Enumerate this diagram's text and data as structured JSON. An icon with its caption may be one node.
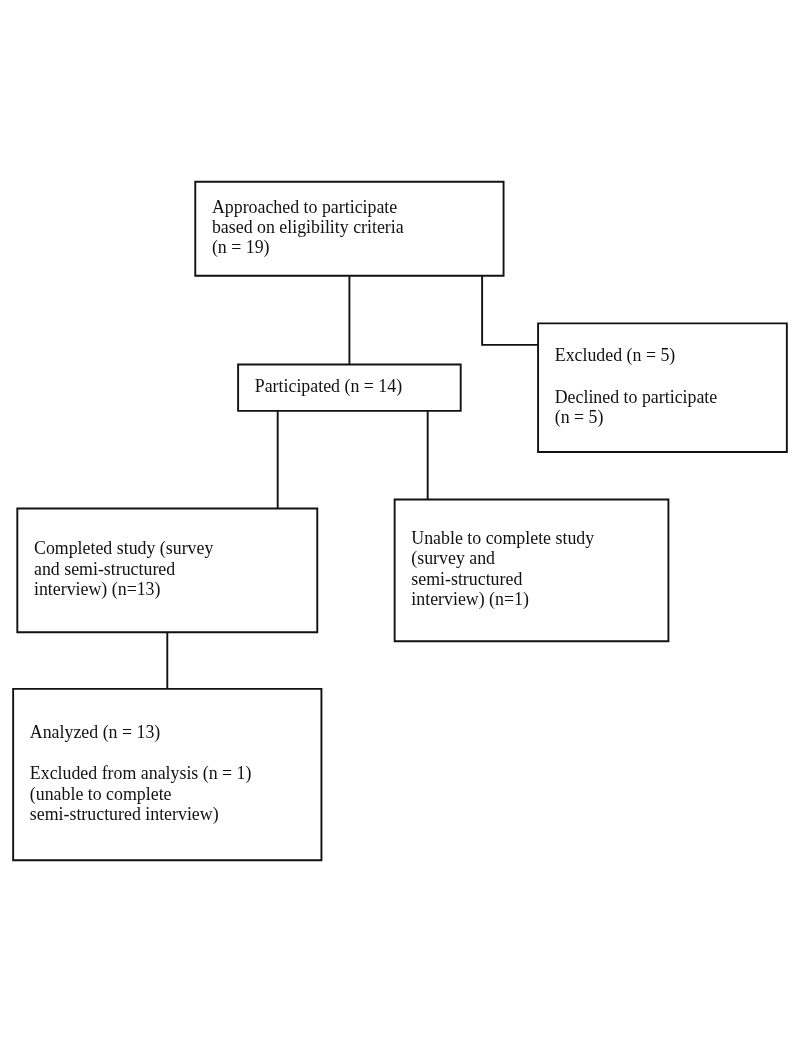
{
  "diagram": {
    "nodes": [
      {
        "text": [
          "Approached to participate based on eligibility criteria (n = 19)"
        ]
      },
      {
        "text": [
          "Excluded (n = 5)",
          "Declined to participate (n = 5)"
        ]
      },
      {
        "text": [
          "Participated (n = 14)"
        ]
      },
      {
        "text": [
          "Completed study (survey and semi-structured interview) (n=13)"
        ]
      },
      {
        "text": [
          "Unable to complete study (survey and semi-structured interview) (n=1)"
        ]
      },
      {
        "text": [
          "Analyzed (n = 13)",
          "Excluded from analysis (n = 1) (unable to complete semi-structured interview)"
        ]
      }
    ],
    "edges": [
      {
        "from": 0,
        "to": 2,
        "arrow": "none"
      },
      {
        "from": 0,
        "to": 1,
        "arrow": "none"
      },
      {
        "from": 2,
        "to": 3,
        "arrow": "none"
      },
      {
        "from": 2,
        "to": 4,
        "arrow": "none"
      },
      {
        "from": 3,
        "to": 5,
        "arrow": "none"
      }
    ]
  }
}
